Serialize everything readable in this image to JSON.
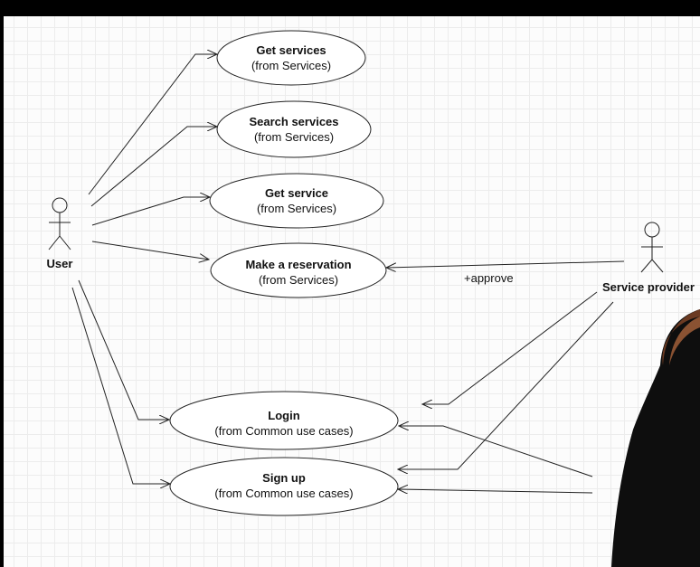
{
  "actors": {
    "user": {
      "label": "User"
    },
    "provider": {
      "label": "Service provider"
    }
  },
  "use_cases": [
    {
      "title": "Get services",
      "subtitle": "(from Services)"
    },
    {
      "title": "Search services",
      "subtitle": "(from Services)"
    },
    {
      "title": "Get service",
      "subtitle": "(from Services)"
    },
    {
      "title": "Make a reservation",
      "subtitle": "(from Services)"
    },
    {
      "title": "Login",
      "subtitle": "(from Common use cases)"
    },
    {
      "title": "Sign up",
      "subtitle": "(from Common use cases)"
    }
  ],
  "edges": {
    "approve_label": "+approve"
  },
  "colors": {
    "background": "#fcfcfc",
    "grid": "#ececec",
    "stroke": "#222222",
    "frame": "#000000"
  }
}
